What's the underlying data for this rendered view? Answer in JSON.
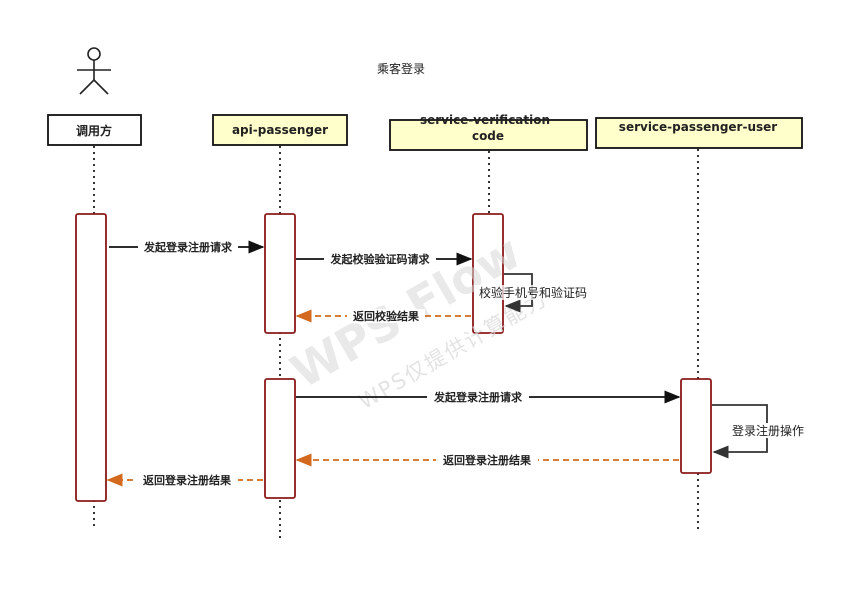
{
  "title": "乘客登录",
  "participants": [
    {
      "label": "调用方",
      "kind": "actor"
    },
    {
      "label": "api-passenger",
      "kind": "box"
    },
    {
      "label_lines": [
        "service-verification",
        "code"
      ],
      "kind": "box"
    },
    {
      "label": "service-passenger-user",
      "kind": "box"
    }
  ],
  "messages": [
    {
      "label": "发起登录注册请求",
      "from": "调用方",
      "to": "api-passenger",
      "style": "solid"
    },
    {
      "label": "发起校验验证码请求",
      "from": "api-passenger",
      "to": "service-verification code",
      "style": "solid"
    },
    {
      "label": "校验手机号和验证码",
      "from": "service-verification code",
      "to": "service-verification code",
      "style": "self"
    },
    {
      "label": "返回校验结果",
      "from": "service-verification code",
      "to": "api-passenger",
      "style": "dashed-return"
    },
    {
      "label": "发起登录注册请求",
      "from": "api-passenger",
      "to": "service-passenger-user",
      "style": "solid"
    },
    {
      "label": "登录注册操作",
      "from": "service-passenger-user",
      "to": "service-passenger-user",
      "style": "self"
    },
    {
      "label": "返回登录注册结果",
      "from": "service-passenger-user",
      "to": "api-passenger",
      "style": "dashed-return"
    },
    {
      "label": "返回登录注册结果",
      "from": "api-passenger",
      "to": "调用方",
      "style": "dashed-return"
    }
  ],
  "watermark": {
    "line1": "WPS Flow",
    "line2": "WPS仅提供计算能力"
  },
  "colors": {
    "box_fill": "#ffffcc",
    "activation_border": "#8b1a1a",
    "return_arrow": "#d2691e",
    "lifeline": "#333333"
  }
}
